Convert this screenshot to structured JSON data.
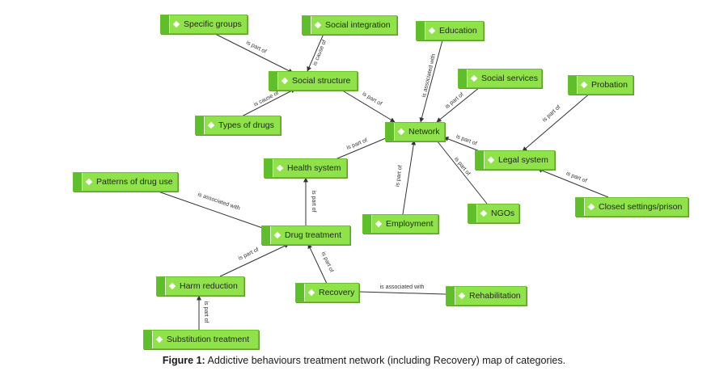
{
  "nodes": {
    "specific_groups": "Specific groups",
    "social_integration": "Social integration",
    "education": "Education",
    "social_structure": "Social structure",
    "social_services": "Social services",
    "probation": "Probation",
    "types_of_drugs": "Types of drugs",
    "network": "Network",
    "legal_system": "Legal system",
    "health_system": "Health system",
    "patterns_of_drug_use": "Patterns of drug use",
    "closed_settings": "Closed settings/prison",
    "employment": "Employment",
    "ngos": "NGOs",
    "drug_treatment": "Drug treatment",
    "harm_reduction": "Harm reduction",
    "recovery": "Recovery",
    "rehabilitation": "Rehabilitation",
    "substitution_treatment": "Substitution treatment"
  },
  "edges": {
    "specific_to_structure": "is part of",
    "integration_to_structure": "is cause of",
    "drugs_to_structure": "is cause of",
    "structure_to_network": "is part of",
    "education_to_network": "is associated with",
    "services_to_network": "is part of",
    "probation_to_legal": "is part of",
    "legal_to_network": "is part of",
    "health_to_network": "is part of",
    "network_to_ngos": "is part of",
    "employment_to_network": "is part of",
    "closed_to_legal": "is part of",
    "patterns_to_drugtreatment": "is associated with",
    "drugtreatment_to_health": "is part of",
    "harm_to_drugtreatment": "is part of",
    "recovery_to_drugtreatment": "is part of",
    "recovery_to_rehab": "is associated with",
    "substitution_to_harm": "is part of"
  },
  "caption": {
    "prefix": "Figure 1:",
    "text": " Addictive behaviours treatment network (including Recovery) map of categories."
  },
  "colors": {
    "node_fill": "#8fe24a",
    "node_tab": "#5fbf2a",
    "edge": "#333333"
  }
}
